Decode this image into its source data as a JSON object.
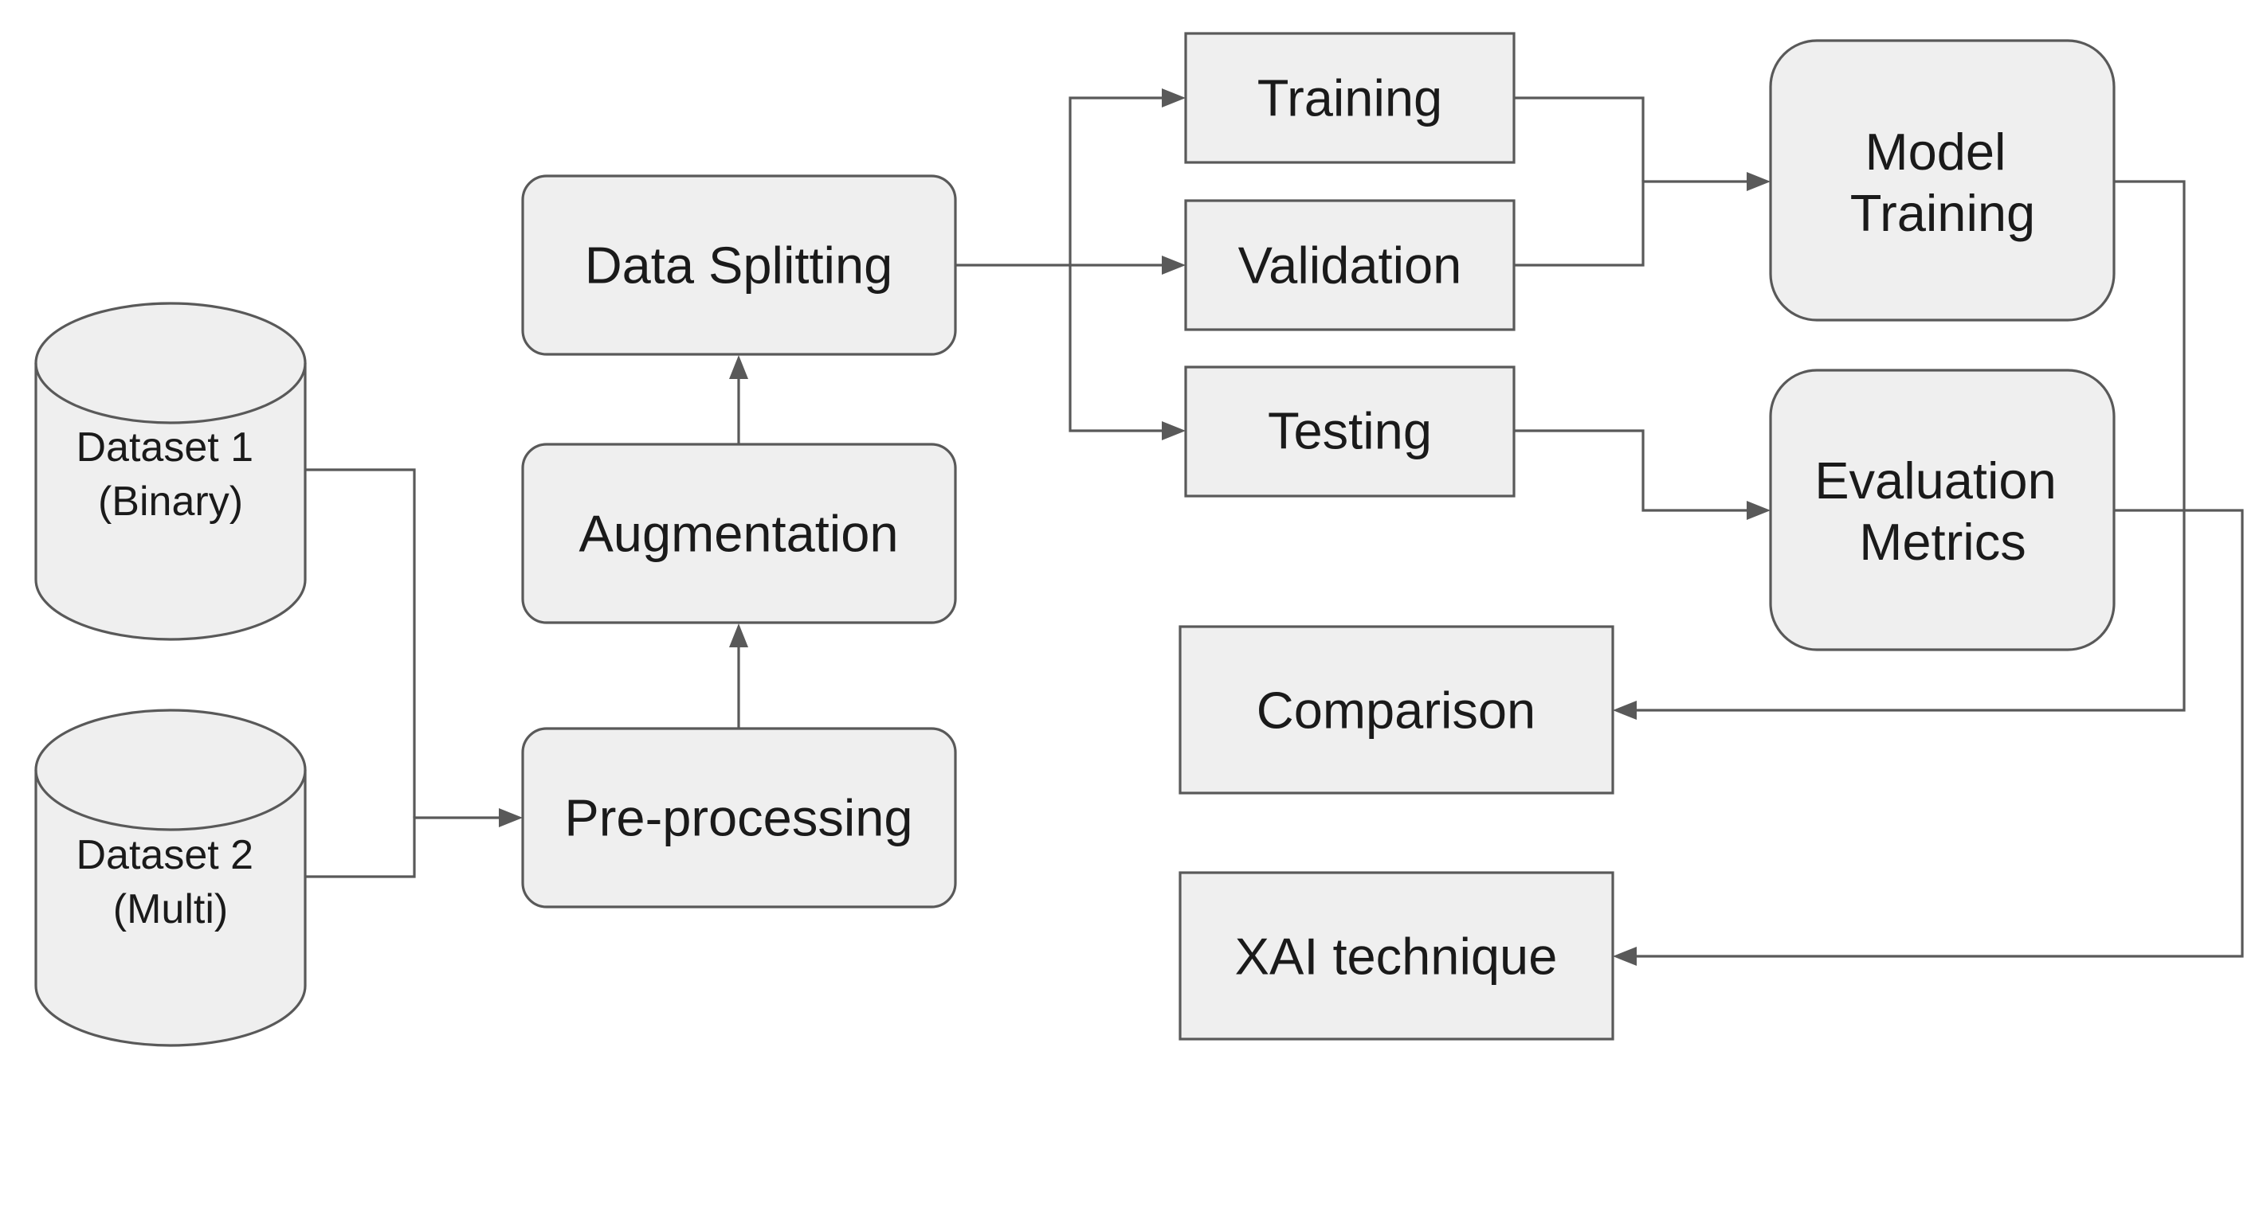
{
  "diagram": {
    "nodes": {
      "dataset1": {
        "lines": [
          "Dataset 1",
          "(Binary)"
        ]
      },
      "dataset2": {
        "lines": [
          "Dataset 2",
          "(Multi)"
        ]
      },
      "preprocessing": {
        "lines": [
          "Pre-processing"
        ]
      },
      "augmentation": {
        "lines": [
          "Augmentation"
        ]
      },
      "data_splitting": {
        "lines": [
          "Data Splitting"
        ]
      },
      "training": {
        "lines": [
          "Training"
        ]
      },
      "validation": {
        "lines": [
          "Validation"
        ]
      },
      "testing": {
        "lines": [
          "Testing"
        ]
      },
      "model_training": {
        "lines": [
          "Model",
          "Training"
        ]
      },
      "evaluation_metrics": {
        "lines": [
          "Evaluation",
          "Metrics"
        ]
      },
      "comparison": {
        "lines": [
          "Comparison"
        ]
      },
      "xai_technique": {
        "lines": [
          "XAI technique"
        ]
      }
    },
    "edges": [
      {
        "from": "dataset1",
        "to": "preprocessing"
      },
      {
        "from": "dataset2",
        "to": "preprocessing"
      },
      {
        "from": "preprocessing",
        "to": "augmentation"
      },
      {
        "from": "augmentation",
        "to": "data_splitting"
      },
      {
        "from": "data_splitting",
        "to": "training"
      },
      {
        "from": "data_splitting",
        "to": "validation"
      },
      {
        "from": "data_splitting",
        "to": "testing"
      },
      {
        "from": "training",
        "to": "model_training"
      },
      {
        "from": "validation",
        "to": "model_training"
      },
      {
        "from": "testing",
        "to": "evaluation_metrics"
      },
      {
        "from": "model_training",
        "to": "comparison"
      },
      {
        "from": "evaluation_metrics",
        "to": "xai_technique"
      }
    ]
  }
}
